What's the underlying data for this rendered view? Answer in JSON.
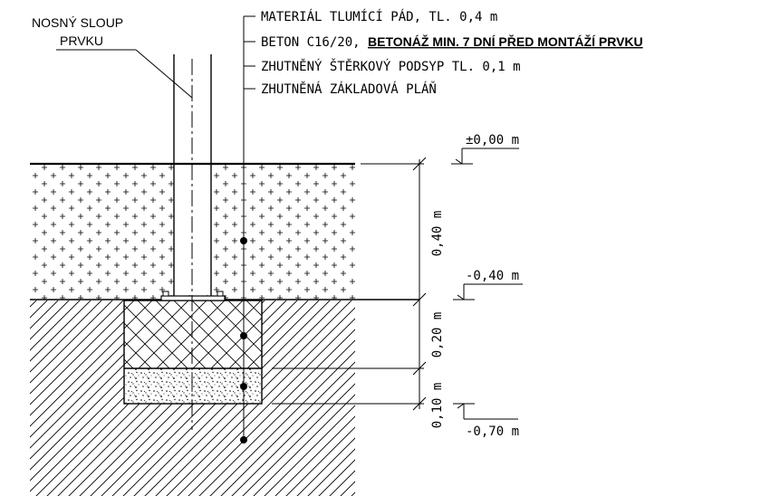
{
  "labels": {
    "pole_line1": "NOSNÝ SLOUP",
    "pole_line2": "PRVKU",
    "layer1": "MATERIÁL TLUMÍCÍ PÁD, TL. 0,4 m",
    "layer2_prefix": "BETON C16/20, ",
    "layer2_bold": "BETONÁŽ MIN. 7 DNÍ PŘED MONTÁŽÍ PRVKU",
    "layer3": "ZHUTNĚNÝ ŠTĚRKOVÝ PODSYP TL. 0,1 m",
    "layer4": "ZHUTNĚNÁ ZÁKLADOVÁ PLÁŇ"
  },
  "levels": {
    "top": "±0,00 m",
    "middle": "-0,40 m",
    "bottom": "-0,70 m"
  },
  "dimensions": {
    "d1": "0,40 m",
    "d2": "0,20 m",
    "d3": "0,10 m"
  }
}
